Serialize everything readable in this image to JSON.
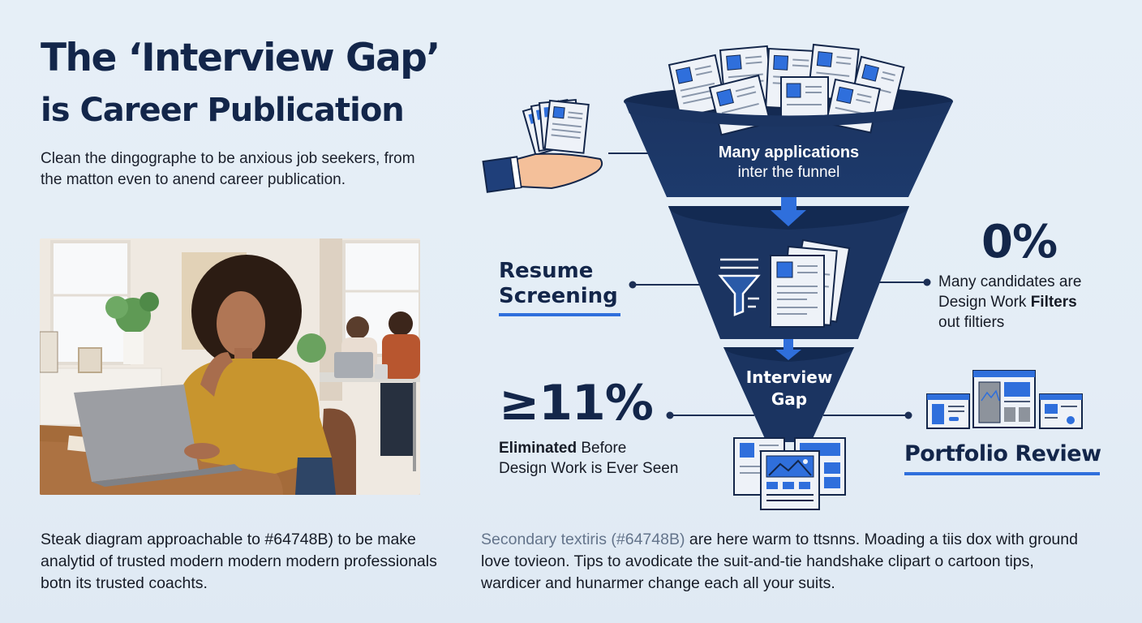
{
  "header": {
    "title_line1": "The ‘Interview Gap’",
    "title_line2": "is Career Publication",
    "intro": "Clean the dingographe to be anxious job seekers, from the matton even to anend career publication."
  },
  "photo": {
    "alt": "Woman in mustard shirt working on a laptop at a wooden table, two colleagues in background"
  },
  "funnel": {
    "stage1": {
      "title": "Many applications",
      "subtitle": "inter the funnel",
      "icon": "resume-stack-icon"
    },
    "stage2": {
      "icon": "filter-icon"
    },
    "stage3": {
      "title_line1": "Interview",
      "title_line2": "Gap"
    },
    "output_icon": "portfolio-pages-icon"
  },
  "labels": {
    "resume_screening_line1": "Resume",
    "resume_screening_line2": "Screening",
    "portfolio_review": "Portfolio Review",
    "hand_icon": "hand-holding-resumes-icon"
  },
  "stats": {
    "right": {
      "value": "0%",
      "text_line1": "Many candidates are",
      "text_line2_regular": "Design Work ",
      "text_line2_bold": "Filters",
      "text_line3": "out filtiers"
    },
    "left": {
      "value": "≥11%",
      "text_bold": "Eliminated",
      "text_line1_rest": " Before",
      "text_line2": "Design Work is Ever Seen"
    }
  },
  "footer": {
    "left": "Steak diagram approachable to #64748B) to be make analytid of trusted modern modern modern professionals botn its trusted coachts.",
    "right_muted": "Secondary textiris (#64748B)",
    "right_rest": " are here warm to ttsnns. Moading a tiis dox with ground love tovieon. Tips to avodicate the suit-and-tie handshake clipart o cartoon tips, wardicer and hunarmer change each all your suits."
  },
  "colors": {
    "background": "#e4edf6",
    "navy": "#13264a",
    "funnel_dark": "#1b3461",
    "funnel_rim": "#142a52",
    "accent_blue": "#2f6fdc",
    "secondary_text": "#64748b"
  }
}
